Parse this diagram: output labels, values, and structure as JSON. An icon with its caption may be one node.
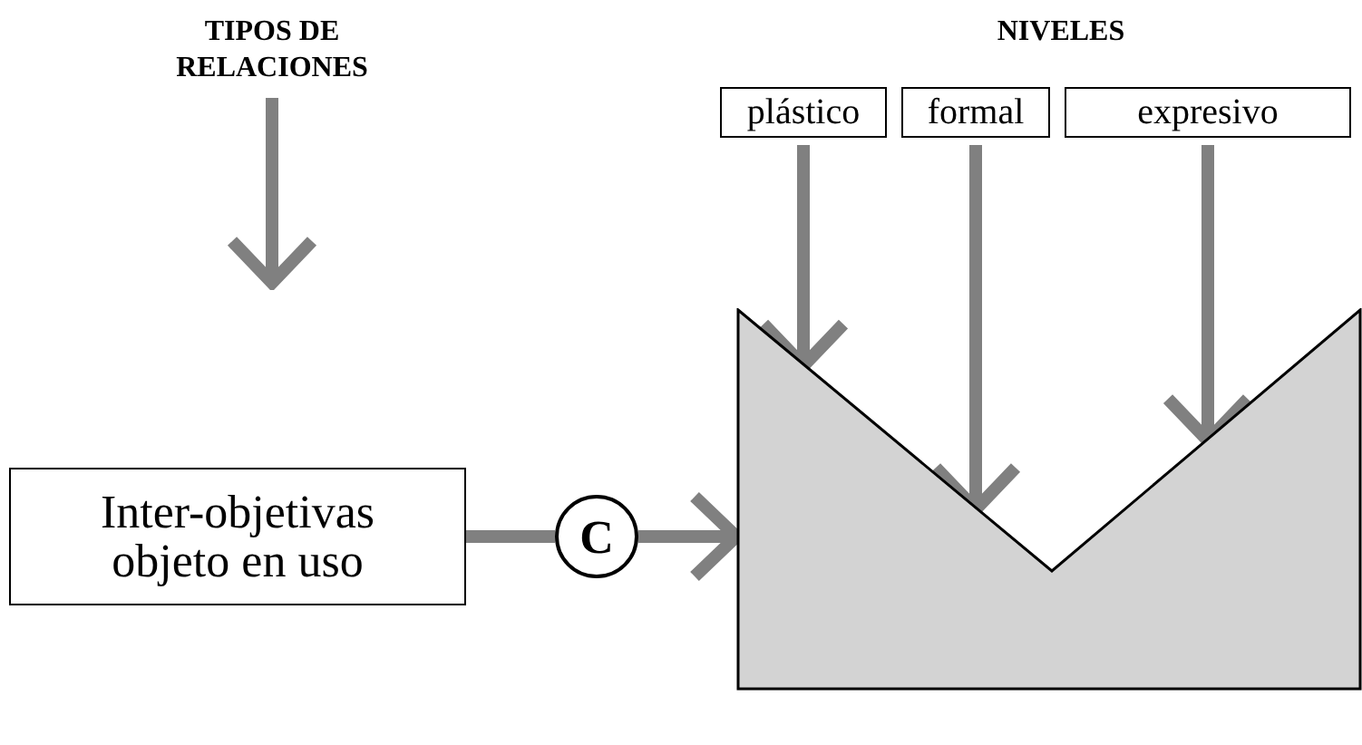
{
  "diagram": {
    "nodes": [
      {
        "text": [
          "TIPOS DE RELACIONES"
        ]
      },
      {
        "text": [
          "plástico"
        ]
      },
      {
        "text": [
          "formal"
        ]
      },
      {
        "text": [
          "expresivo"
        ]
      },
      {
        "text": [
          "Inter-objetivas objeto en uso"
        ]
      },
      {
        "text": [
          "C"
        ]
      },
      {
        "text": [],
        "shape": "polygon"
      }
    ],
    "edges": [
      {
        "from": 0,
        "to": null,
        "arrow": "to"
      },
      {
        "from": 1,
        "to": 6,
        "arrow": "to"
      },
      {
        "from": 2,
        "to": 6,
        "arrow": "to"
      },
      {
        "from": 3,
        "to": 6,
        "arrow": "to"
      },
      {
        "from": 4,
        "to": 5,
        "arrow": "none"
      },
      {
        "from": 5,
        "to": 6,
        "arrow": "to"
      }
    ],
    "labels": [
      "NIVELES"
    ]
  }
}
